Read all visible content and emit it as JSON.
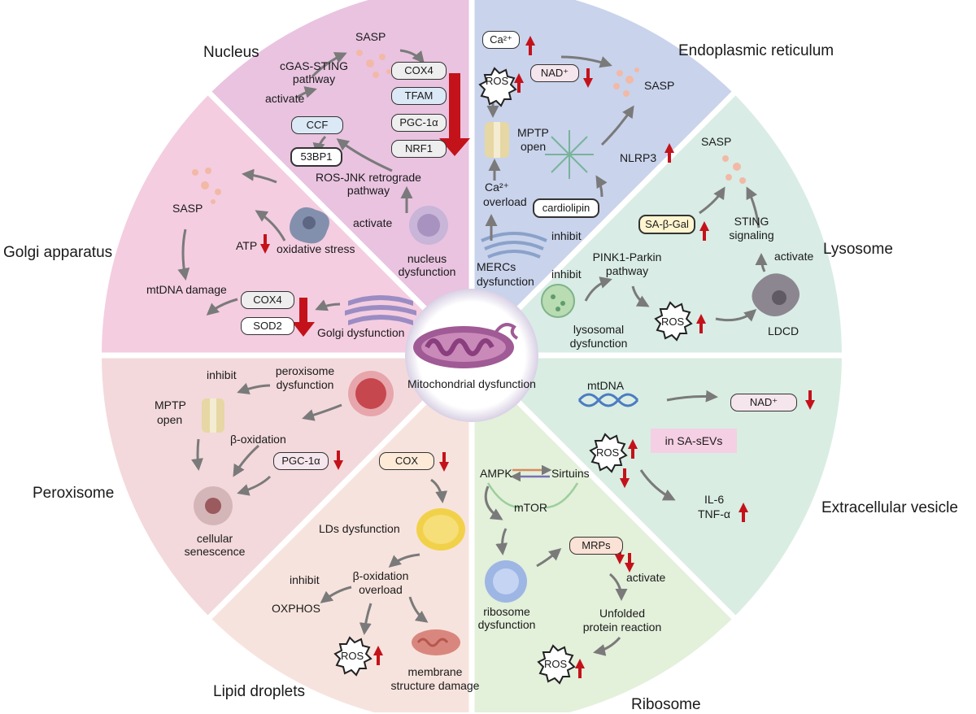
{
  "center": {
    "label": "Mitochondrial dysfunction"
  },
  "sections": {
    "nucleus": {
      "title": "Nucleus",
      "sasp": "SASP",
      "cgas": [
        "cGAS-STING",
        "pathway"
      ],
      "activate_top": "activate",
      "ccf": "CCF",
      "bp": "53BP1",
      "ros_jnk": [
        "ROS-JNK retrograde",
        "pathway"
      ],
      "activate_bottom": "activate",
      "dysfunction": [
        "nucleus",
        "dysfunction"
      ],
      "pills": [
        "COX4",
        "TFAM",
        "PGC-1α",
        "NRF1"
      ]
    },
    "er": {
      "title": "Endoplasmic reticulum",
      "ca": "Ca²⁺",
      "ros": "ROS",
      "nad": "NAD⁺",
      "sasp": "SASP",
      "mptp": [
        "MPTP",
        "open"
      ],
      "nlrp3": "NLRP3",
      "ca_overload": [
        "Ca²⁺",
        "overload"
      ],
      "cardiolipin": "cardiolipin",
      "inhibit": "inhibit",
      "mercs": [
        "MERCs",
        "dysfunction"
      ]
    },
    "golgi": {
      "title": "Golgi apparatus",
      "sasp": "SASP",
      "atp": "ATP",
      "oxidative": "oxidative stress",
      "mtdna_damage": "mtDNA damage",
      "cox4": "COX4",
      "sod2": "SOD2",
      "dysfunction": "Golgi dysfunction"
    },
    "lysosome": {
      "title": "Lysosome",
      "sasp": "SASP",
      "sabgal": "SA-β-Gal",
      "sting": [
        "STING",
        "signaling"
      ],
      "pink": [
        "PINK1-Parkin",
        "pathway"
      ],
      "inhibit": "inhibit",
      "activate": "activate",
      "ros": "ROS",
      "dysfunction": [
        "lysosomal",
        "dysfunction"
      ],
      "ldcd": "LDCD"
    },
    "peroxisome": {
      "title": "Peroxisome",
      "inhibit": "inhibit",
      "dysfunction": [
        "peroxisome",
        "dysfunction"
      ],
      "mptp": [
        "MPTP",
        "open"
      ],
      "boxidation": "β-oxidation",
      "pgc": "PGC-1α",
      "senescence": [
        "cellular",
        "senescence"
      ]
    },
    "lipid": {
      "title": "Lipid droplets",
      "cox": "COX",
      "lds": "LDs dysfunction",
      "inhibit": "inhibit",
      "boverload": [
        "β-oxidation",
        "overload"
      ],
      "oxphos": "OXPHOS",
      "ros": "ROS",
      "membrane": [
        "membrane",
        "structure damage"
      ]
    },
    "ribosome": {
      "title": "Ribosome",
      "ampk": "AMPK",
      "sirtuins": "Sirtuins",
      "mtor": "mTOR",
      "mrps": "MRPs",
      "activate": "activate",
      "dysfunction": [
        "ribosome",
        "dysfunction"
      ],
      "unfolded": [
        "Unfolded",
        "protein reaction"
      ],
      "ros": "ROS"
    },
    "ev": {
      "title": "Extracellular vesicle",
      "mtdna": "mtDNA",
      "nad": "NAD⁺",
      "ros": "ROS",
      "sa_sevs": "in SA-sEVs",
      "il6": "IL-6",
      "tnf": "TNF-α"
    }
  },
  "colors": {
    "nucleus": "#e9c3e0",
    "er": "#c9d3ec",
    "golgi": "#f4cde0",
    "lysosome": "#d9ece6",
    "peroxisome": "#f3d9dc",
    "lipid": "#f7e3dd",
    "ribosome": "#e3f0da",
    "ev": "#d9ede3",
    "arrow_red": "#c4121a"
  }
}
